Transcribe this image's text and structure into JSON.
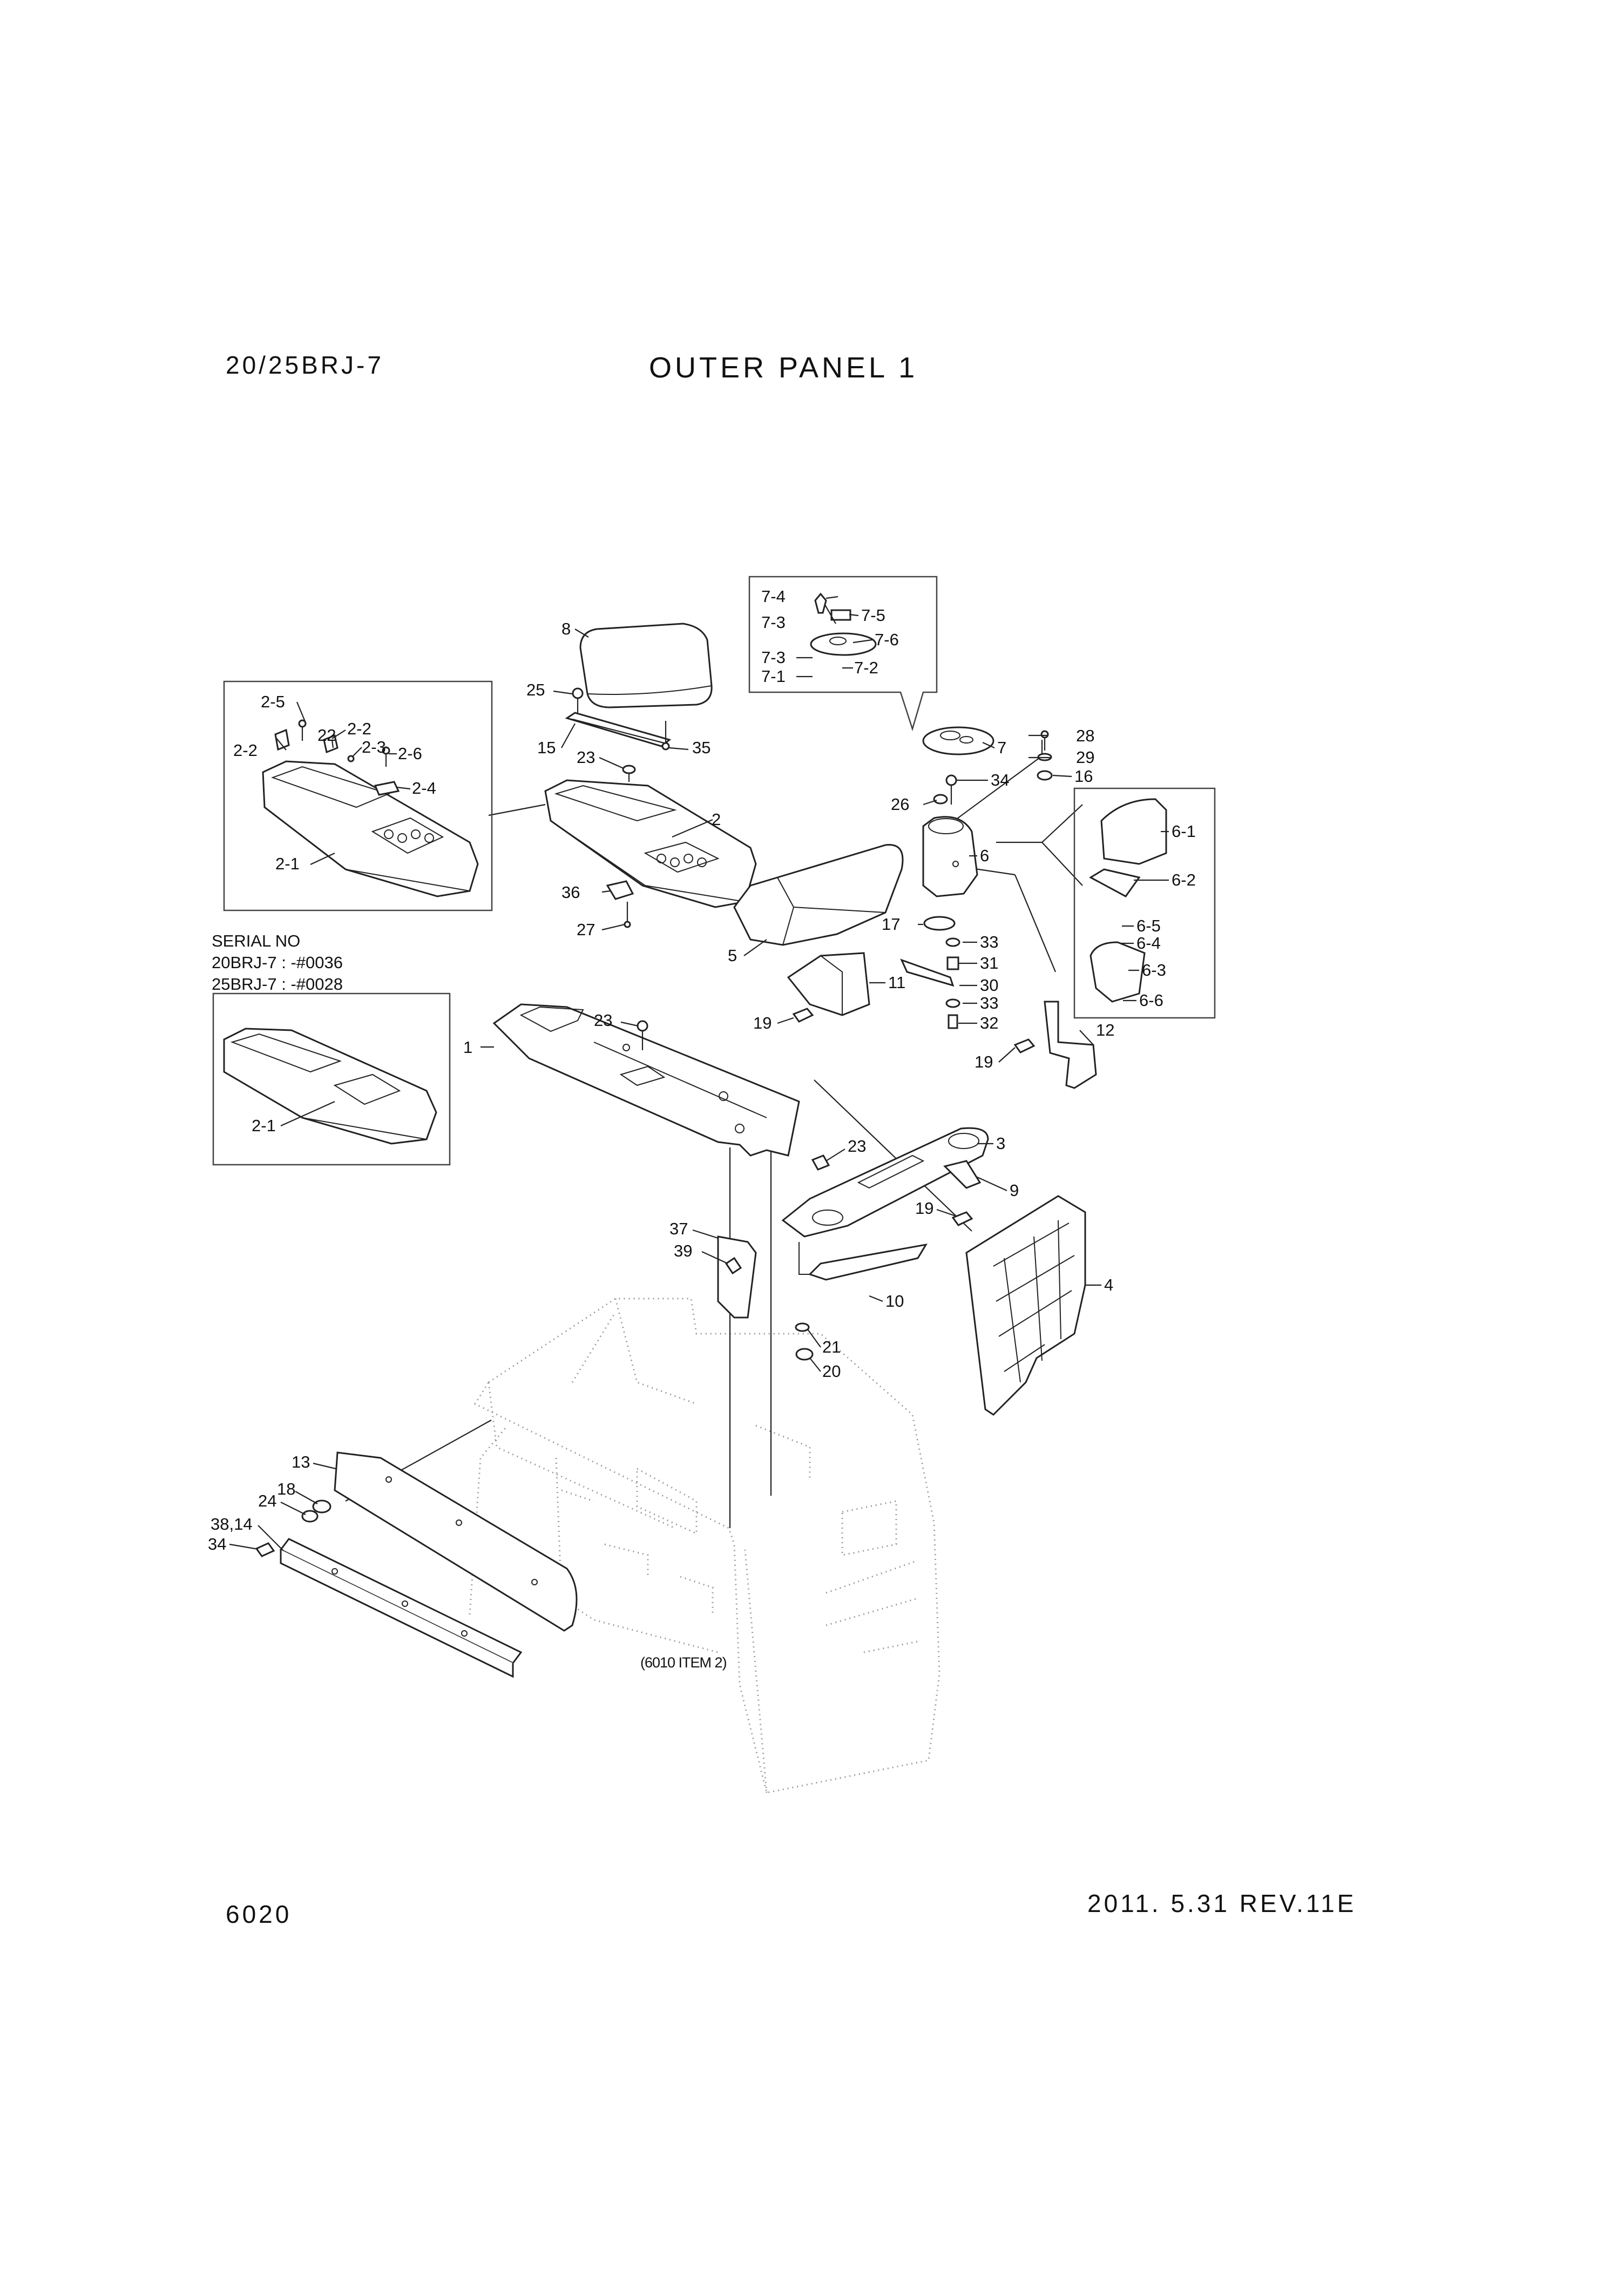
{
  "header": {
    "model": "20/25BRJ-7",
    "title": "OUTER PANEL 1"
  },
  "serial_note": {
    "heading": "SERIAL NO",
    "lines": [
      "20BRJ-7 : -#0036",
      "25BRJ-7 : -#0028"
    ]
  },
  "reference_note": "(6010 ITEM 2)",
  "footer": {
    "page_number": "6020",
    "revision": "2011. 5.31  REV.11E"
  },
  "callouts": [
    "1",
    "2",
    "2-1",
    "2-1",
    "2-2",
    "2-2",
    "2-3",
    "2-4",
    "2-5",
    "2-6",
    "3",
    "4",
    "5",
    "6",
    "6-1",
    "6-2",
    "6-3",
    "6-4",
    "6-5",
    "6-6",
    "7",
    "7-1",
    "7-2",
    "7-3",
    "7-3",
    "7-4",
    "7-5",
    "7-6",
    "8",
    "9",
    "10",
    "11",
    "12",
    "13",
    "15",
    "16",
    "17",
    "18",
    "19",
    "19",
    "19",
    "20",
    "21",
    "22",
    "23",
    "23",
    "23",
    "24",
    "25",
    "26",
    "27",
    "28",
    "29",
    "30",
    "31",
    "32",
    "33",
    "33",
    "34",
    "34",
    "35",
    "36",
    "37",
    "38,14",
    "39"
  ]
}
